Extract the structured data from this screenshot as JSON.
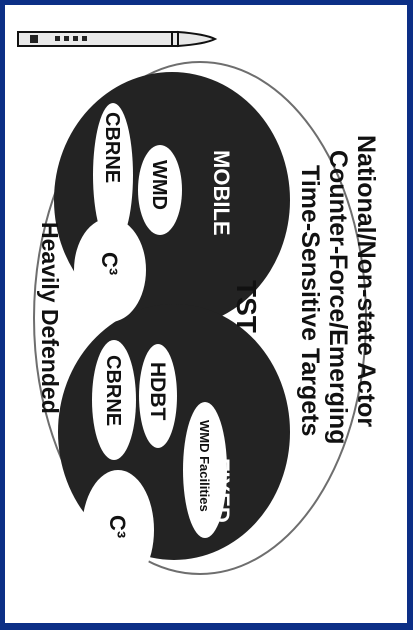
{
  "title_lines": [
    "National/Non-state Actor",
    "Counter-Force/Emerging",
    "Time-Sensitive Targets"
  ],
  "center_label": "TST",
  "outer_label": "Heavily Defended",
  "mobile": {
    "label": "MOBILE",
    "items": [
      "CBRNE",
      "WMD",
      "C³"
    ]
  },
  "fixed": {
    "label": "FIXED",
    "items": [
      "HDBT",
      "WMD Facilities",
      "CBRNE",
      "C³"
    ]
  },
  "colors": {
    "frame": "#0c2f86",
    "panel": "#ffffff",
    "dark_region": "#232323",
    "ellipse_outline": "#6e6e6e",
    "text_dark": "#111111",
    "text_light": "#ffffff"
  },
  "icons": [
    "missile-icon"
  ]
}
